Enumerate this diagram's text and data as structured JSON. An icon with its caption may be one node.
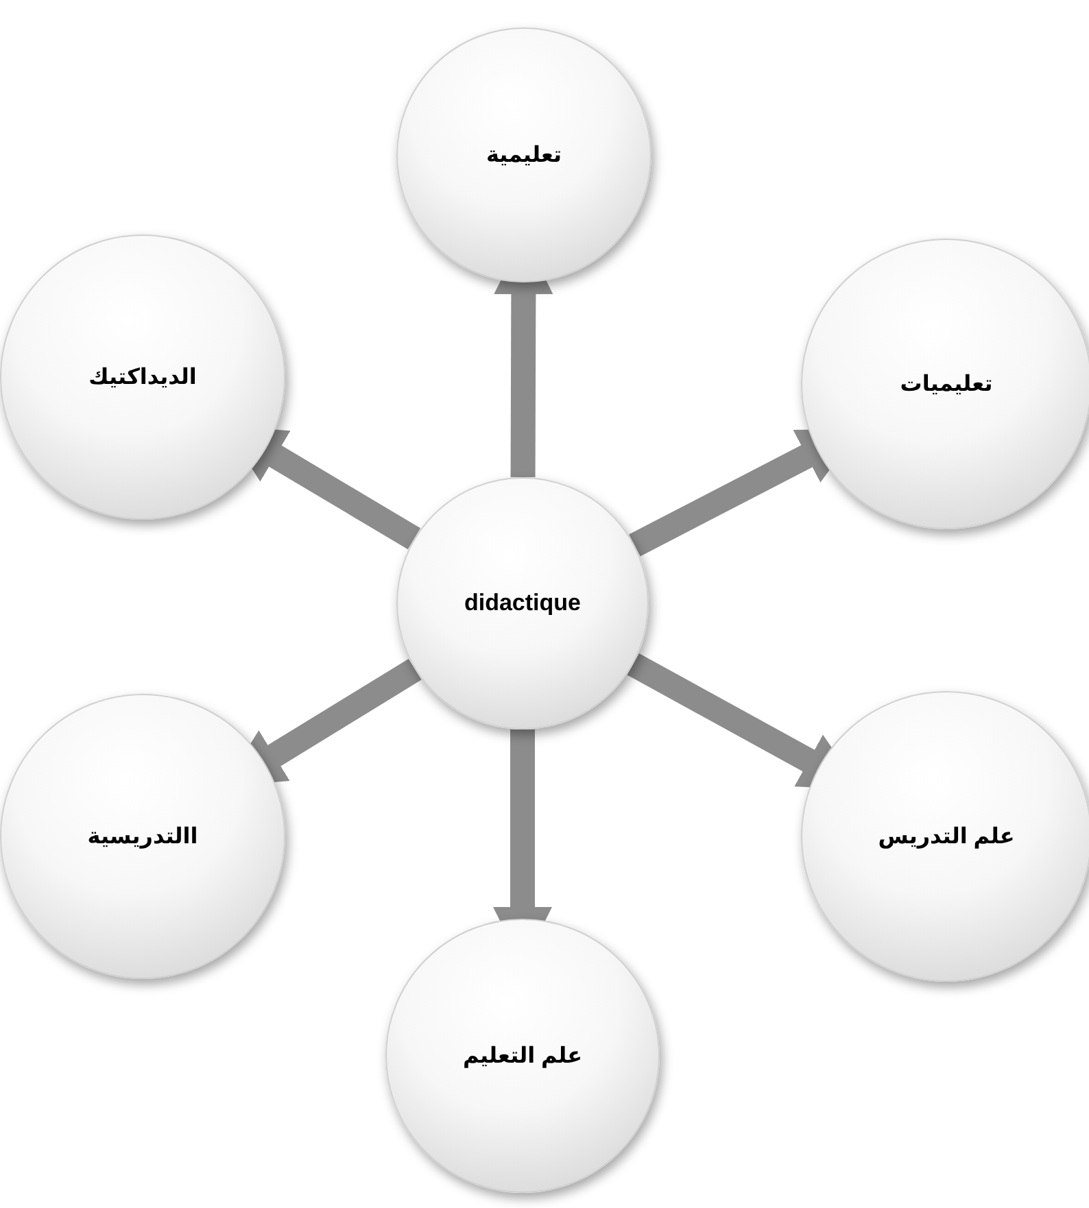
{
  "diagram": {
    "nodes": [
      {
        "text": [
          "didactique"
        ]
      },
      {
        "text": [
          "تعليمية"
        ]
      },
      {
        "text": [
          "تعليميات"
        ]
      },
      {
        "text": [
          "علم التدريس"
        ]
      },
      {
        "text": [
          "علم التعليم"
        ]
      },
      {
        "text": [
          "االتدريسية"
        ]
      },
      {
        "text": [
          "الديداكتيك"
        ]
      }
    ],
    "edges": [
      {
        "from": 0,
        "to": 1,
        "arrow": "to"
      },
      {
        "from": 0,
        "to": 2,
        "arrow": "to"
      },
      {
        "from": 0,
        "to": 3,
        "arrow": "to"
      },
      {
        "from": 0,
        "to": 4,
        "arrow": "to"
      },
      {
        "from": 0,
        "to": 5,
        "arrow": "to"
      },
      {
        "from": 0,
        "to": 6,
        "arrow": "to"
      }
    ]
  }
}
